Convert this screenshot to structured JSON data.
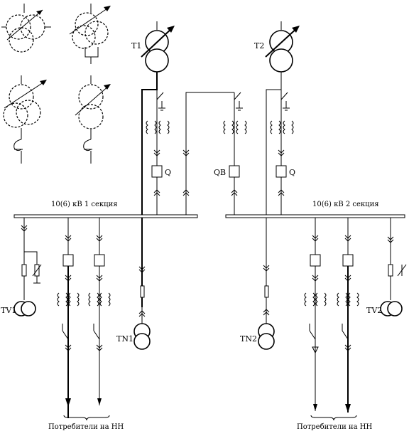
{
  "labels": {
    "t1": "T1",
    "t2": "T2",
    "q_left": "Q",
    "q_right": "Q",
    "qb": "QB",
    "tv1": "TV1",
    "tv2": "TV2",
    "tn1": "TN1",
    "tn2": "TN2"
  },
  "buses": {
    "section1": "10(6) кВ 1 секция",
    "section2": "10(6) кВ 2 секция"
  },
  "consumers": {
    "left": "Потребители на НН",
    "right": "Потребители на НН"
  }
}
